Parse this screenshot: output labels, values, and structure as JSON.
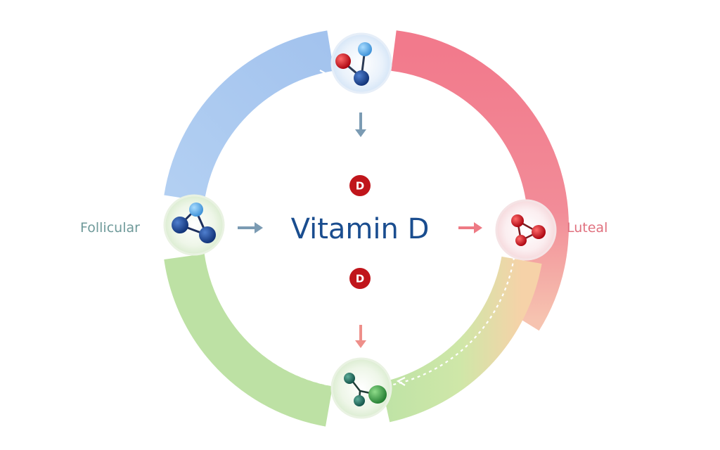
{
  "center": {
    "title": "Vitamin D",
    "badge_top": "D",
    "badge_bottom": "D"
  },
  "phases": {
    "left_label": "Follicular",
    "right_label": "Luteal"
  },
  "colors": {
    "title": "#1a4d8f",
    "left_label": "#6f9a9a",
    "right_label": "#e0707e",
    "ring_blue": "#a9c6ee",
    "ring_red": "#f07f90",
    "ring_green": "#b9dfa0",
    "ring_yellow": "#f3d6a0",
    "badge": "#c0151b",
    "arrow_blue": "#7b9bb3",
    "arrow_red": "#ee7a84"
  },
  "icons": {
    "top_node": "molecule-icon",
    "left_node": "molecule-icon",
    "right_node": "molecule-icon",
    "bottom_node": "molecule-icon"
  }
}
